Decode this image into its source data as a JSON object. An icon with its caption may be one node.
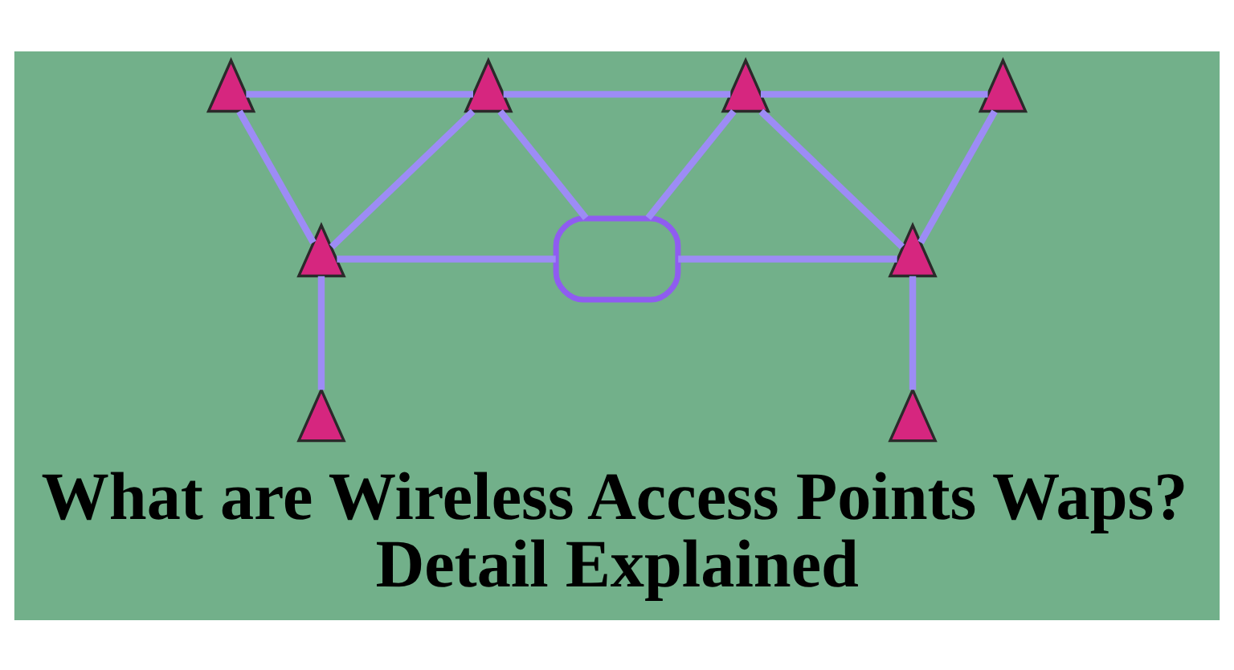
{
  "diagram": {
    "title": "What are Wireless Access Points Waps? Detail Explained",
    "nodes": [
      {
        "text": [],
        "shape": "antenna"
      },
      {
        "text": [],
        "shape": "antenna"
      },
      {
        "text": [],
        "shape": "antenna"
      },
      {
        "text": [],
        "shape": "antenna"
      },
      {
        "text": [],
        "shape": "antenna"
      },
      {
        "text": [],
        "shape": "router"
      },
      {
        "text": [],
        "shape": "antenna"
      },
      {
        "text": [],
        "shape": "antenna"
      },
      {
        "text": [],
        "shape": "antenna"
      }
    ],
    "edges": [
      {
        "from": 0,
        "to": 1,
        "arrow": "none"
      },
      {
        "from": 1,
        "to": 2,
        "arrow": "none"
      },
      {
        "from": 2,
        "to": 3,
        "arrow": "none"
      },
      {
        "from": 0,
        "to": 4,
        "arrow": "none"
      },
      {
        "from": 1,
        "to": 4,
        "arrow": "none"
      },
      {
        "from": 1,
        "to": 5,
        "arrow": "none"
      },
      {
        "from": 2,
        "to": 5,
        "arrow": "none"
      },
      {
        "from": 2,
        "to": 6,
        "arrow": "none"
      },
      {
        "from": 3,
        "to": 6,
        "arrow": "none"
      },
      {
        "from": 4,
        "to": 5,
        "arrow": "none"
      },
      {
        "from": 5,
        "to": 6,
        "arrow": "none"
      },
      {
        "from": 4,
        "to": 7,
        "arrow": "none"
      },
      {
        "from": 6,
        "to": 8,
        "arrow": "none"
      }
    ]
  }
}
